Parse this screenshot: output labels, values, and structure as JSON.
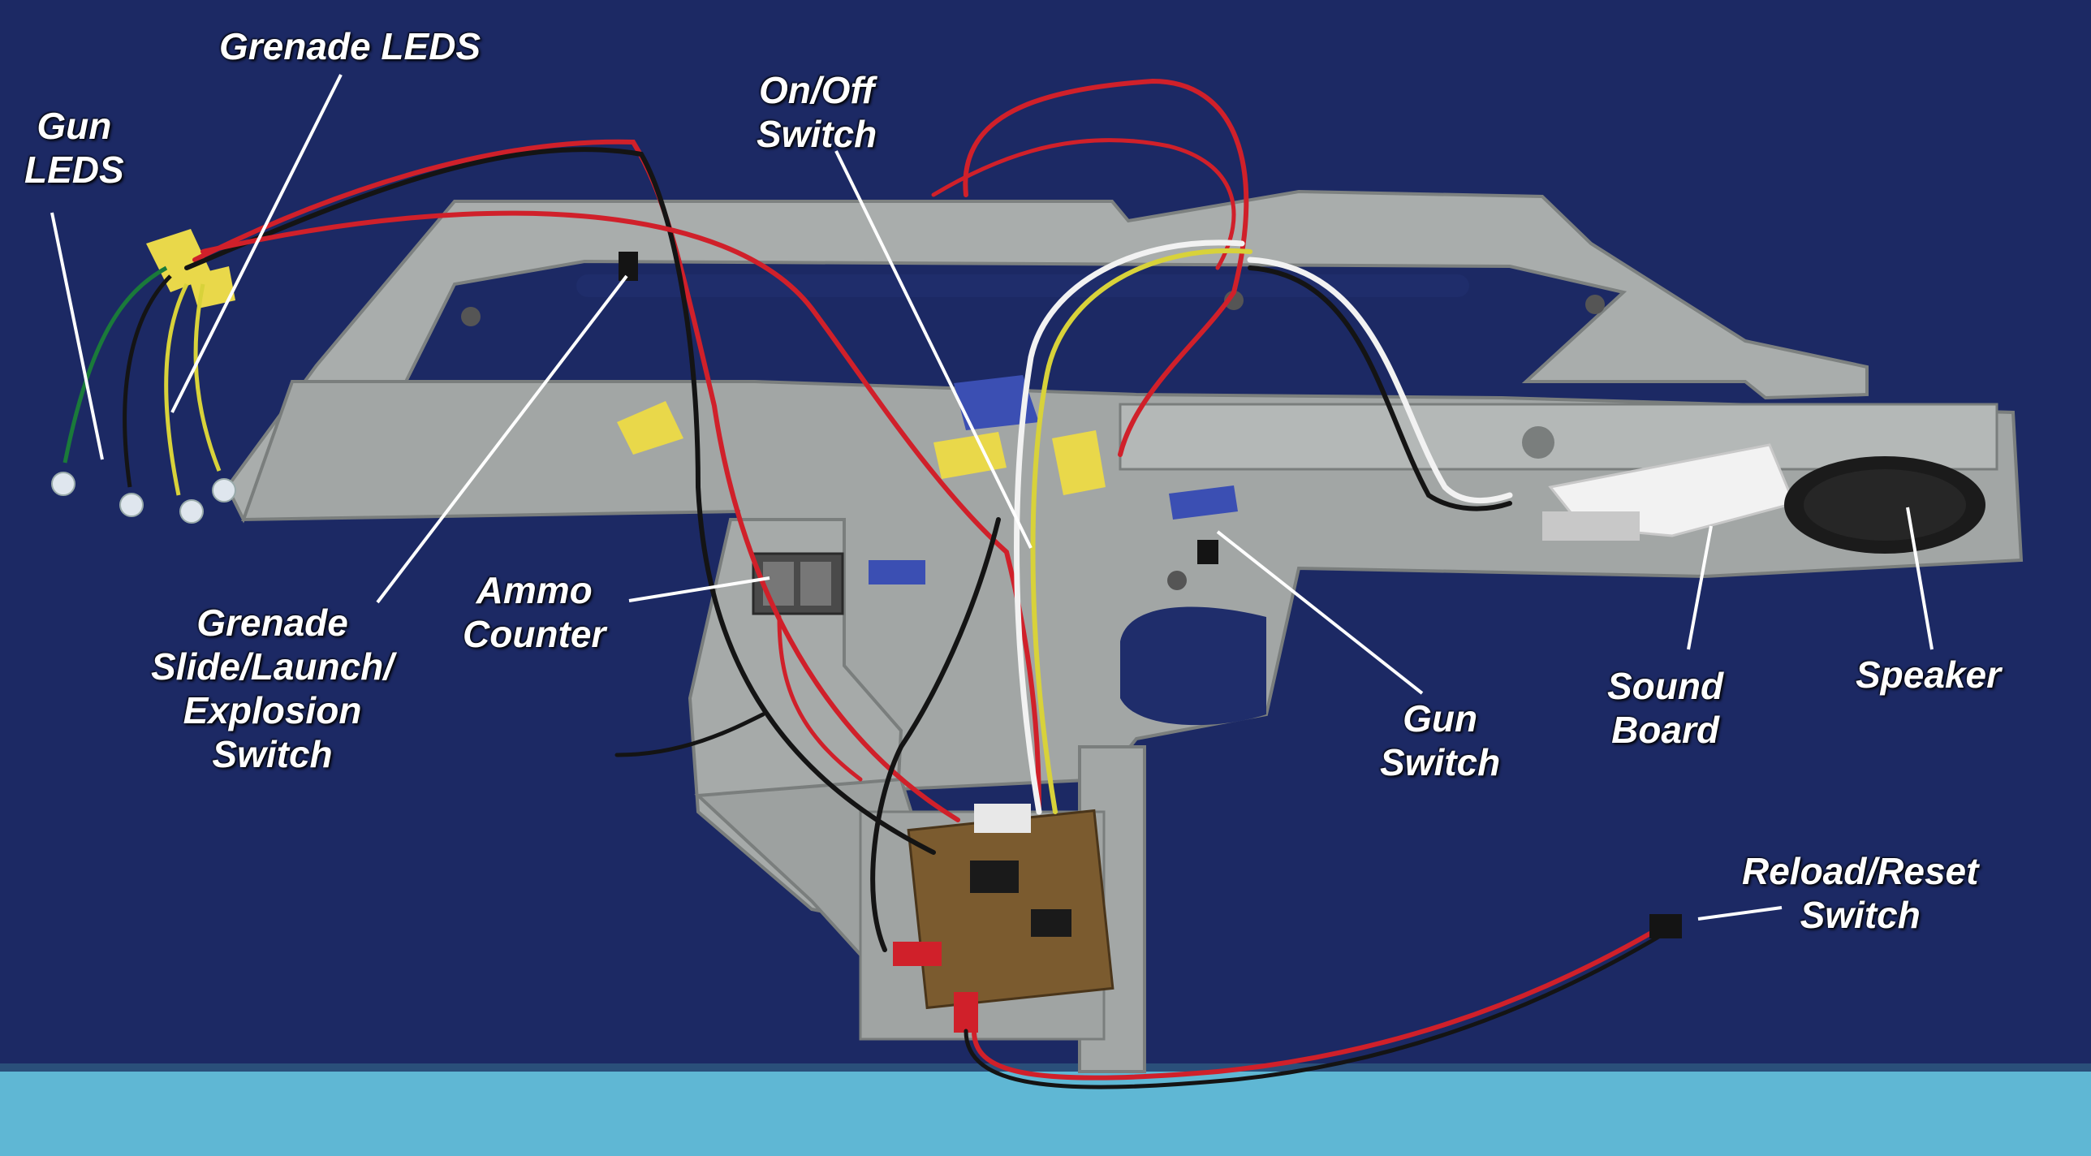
{
  "colors": {
    "board_background": "#1f2d6b",
    "table_edge": "#5fb7d4",
    "printed_part": "#a9adac",
    "wire_red": "#d0202a",
    "wire_black": "#141414",
    "wire_yellow": "#d8d23a",
    "wire_white": "#f2f2f2",
    "tape_blue": "#3b4fb3",
    "tape_yellow": "#e9d84a",
    "label_text": "#ffffff"
  },
  "labels": {
    "grenade_leds": [
      "Grenade LEDS"
    ],
    "gun_leds": [
      "Gun",
      "LEDS"
    ],
    "on_off_switch": [
      "On/Off",
      "Switch"
    ],
    "ammo_counter": [
      "Ammo",
      "Counter"
    ],
    "grenade_switch": [
      "Grenade",
      "Slide/Launch/",
      "Explosion",
      "Switch"
    ],
    "gun_switch": [
      "Gun",
      "Switch"
    ],
    "sound_board": [
      "Sound",
      "Board"
    ],
    "speaker": [
      "Speaker"
    ],
    "reload_reset_switch": [
      "Reload/Reset",
      "Switch"
    ]
  }
}
